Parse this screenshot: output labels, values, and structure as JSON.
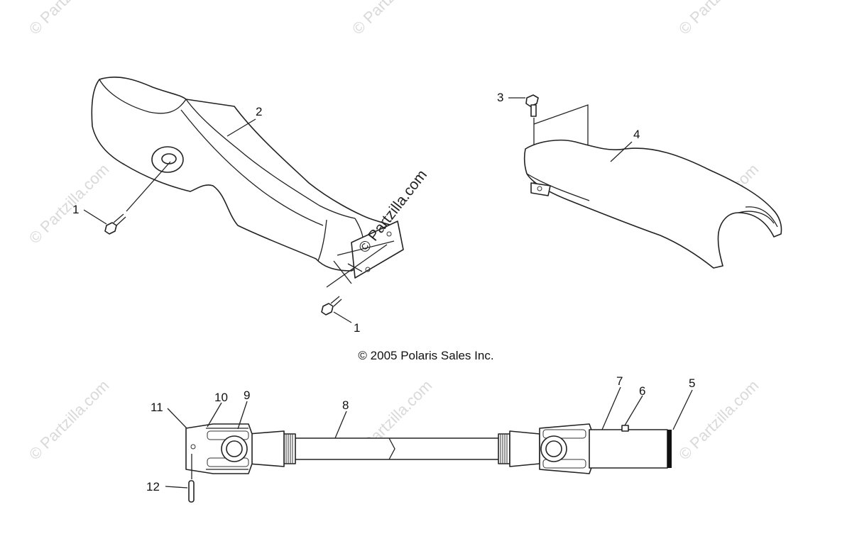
{
  "copyright": "© 2005 Polaris Sales Inc.",
  "watermark": {
    "text": "© Partzilla.com",
    "color": "#d9d9d9"
  },
  "callouts": {
    "c1a": "1",
    "c1b": "1",
    "c2": "2",
    "c3": "3",
    "c4": "4",
    "c5": "5",
    "c6": "6",
    "c7": "7",
    "c8": "8",
    "c9": "9",
    "c10": "10",
    "c11": "11",
    "c12": "12"
  }
}
